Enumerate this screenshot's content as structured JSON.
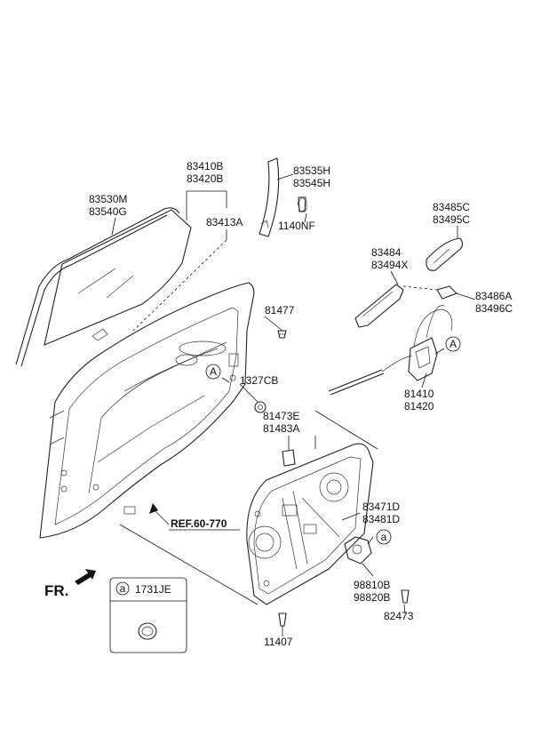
{
  "labels": {
    "l83410B": "83410B",
    "l83420B": "83420B",
    "l83413A": "83413A",
    "l83530M": "83530M",
    "l83540G": "83540G",
    "l83535H": "83535H",
    "l83545H": "83545H",
    "l1140NF": "1140NF",
    "l83485C": "83485C",
    "l83495C": "83495C",
    "l83484": "83484",
    "l83494X": "83494X",
    "l83486A": "83486A",
    "l83496C": "83496C",
    "l81477": "81477",
    "l1327CB": "1327CB",
    "l81410": "81410",
    "l81420": "81420",
    "l81473E": "81473E",
    "l81483A": "81483A",
    "l83471D": "83471D",
    "l83481D": "83481D",
    "l98810B": "98810B",
    "l98820B": "98820B",
    "l82473": "82473",
    "l11407": "11407",
    "lref": "REF.60-770",
    "lfr": "FR.",
    "l1731JE": "1731JE",
    "calloutA": "A",
    "calloutLowerA": "a"
  }
}
